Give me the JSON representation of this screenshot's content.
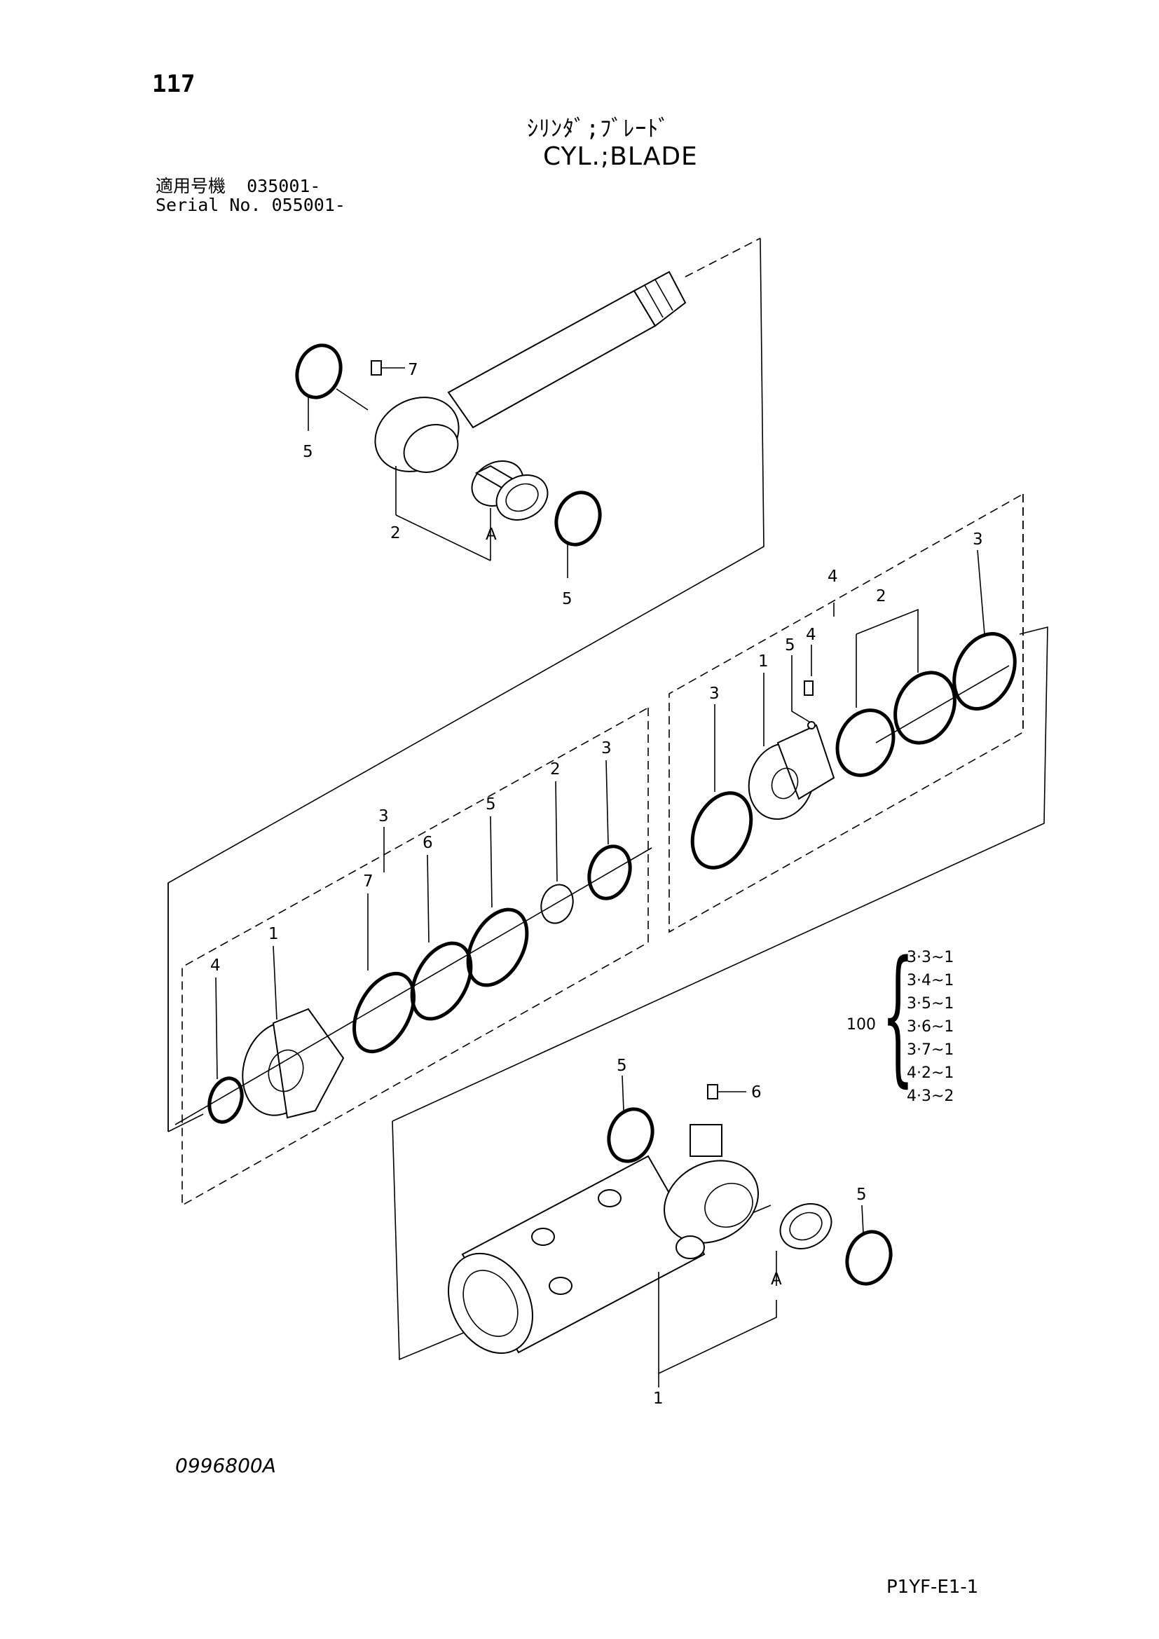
{
  "header": {
    "page_number": "117",
    "title_jp": "ｼﾘﾝﾀﾞ;ﾌﾞﾚｰﾄﾞ",
    "title_en": "CYL.;BLADE",
    "serial_label_jp": "適用号機",
    "serial_value_1": "035001-",
    "serial_label_en": "Serial No.",
    "serial_value_2": "055001-"
  },
  "callouts": {
    "rod_7": "7",
    "rod_5": "5",
    "rod_2": "2",
    "rod_A": "A",
    "rod_5b": "5",
    "piston_4_top": "4",
    "piston_3_right": "3",
    "piston_2": "2",
    "piston_4": "4",
    "piston_5": "5",
    "piston_1": "1",
    "piston_3_left": "3",
    "head_3": "3",
    "head_3_top": "3",
    "head_2": "2",
    "head_5": "5",
    "head_6": "6",
    "head_7": "7",
    "head_1": "1",
    "head_4": "4",
    "tube_5": "5",
    "tube_6": "6",
    "tube_5b": "5",
    "tube_A": "A",
    "tube_1": "1"
  },
  "kit": {
    "number": "100",
    "items": [
      "3·3~1",
      "3·4~1",
      "3·5~1",
      "3·6~1",
      "3·7~1",
      "4·2~1",
      "4·3~2"
    ]
  },
  "footer": {
    "drawing_number": "0996800A",
    "page_code": "P1YF-E1-1"
  }
}
